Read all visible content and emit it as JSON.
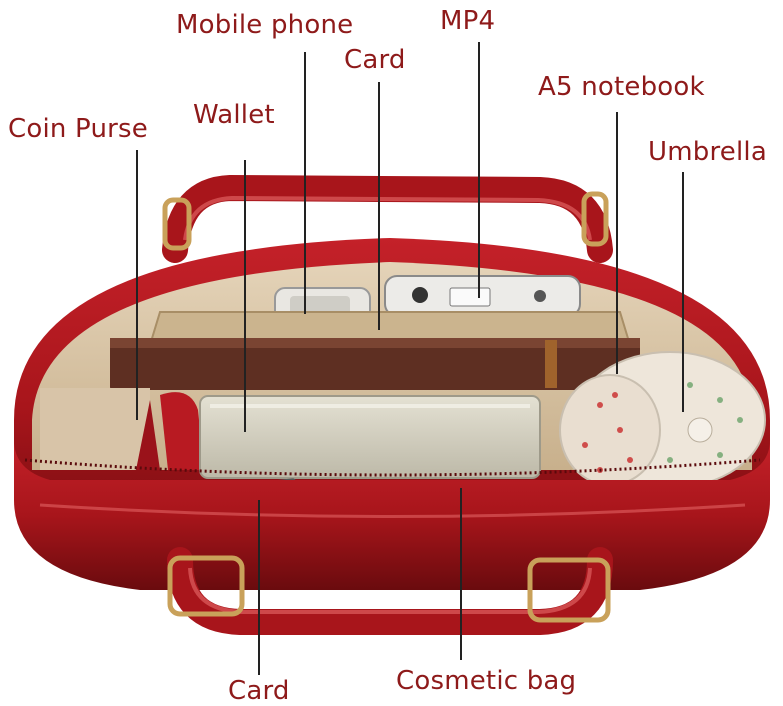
{
  "photo": {
    "subject": "red-handbag-open",
    "colors": {
      "bag_red": "#a8151b",
      "bag_red_dark": "#6a0b0e",
      "bag_highlight": "#e86a6a",
      "lining": "#d8c4a8",
      "notebook": "#5e2f22",
      "wallet": "#d6d3c4",
      "umbrella": "#eee6da",
      "buckle_gold": "#c9a15a",
      "label_red": "#8e1a1a"
    }
  },
  "labels": {
    "mobile_phone": "Mobile phone",
    "mp4": "MP4",
    "card_top": "Card",
    "a5_notebook": "A5 notebook",
    "coin_purse": "Coin Purse",
    "wallet": "Wallet",
    "umbrella": "Umbrella",
    "card_bottom": "Card",
    "cosmetic_bag": "Cosmetic bag"
  }
}
